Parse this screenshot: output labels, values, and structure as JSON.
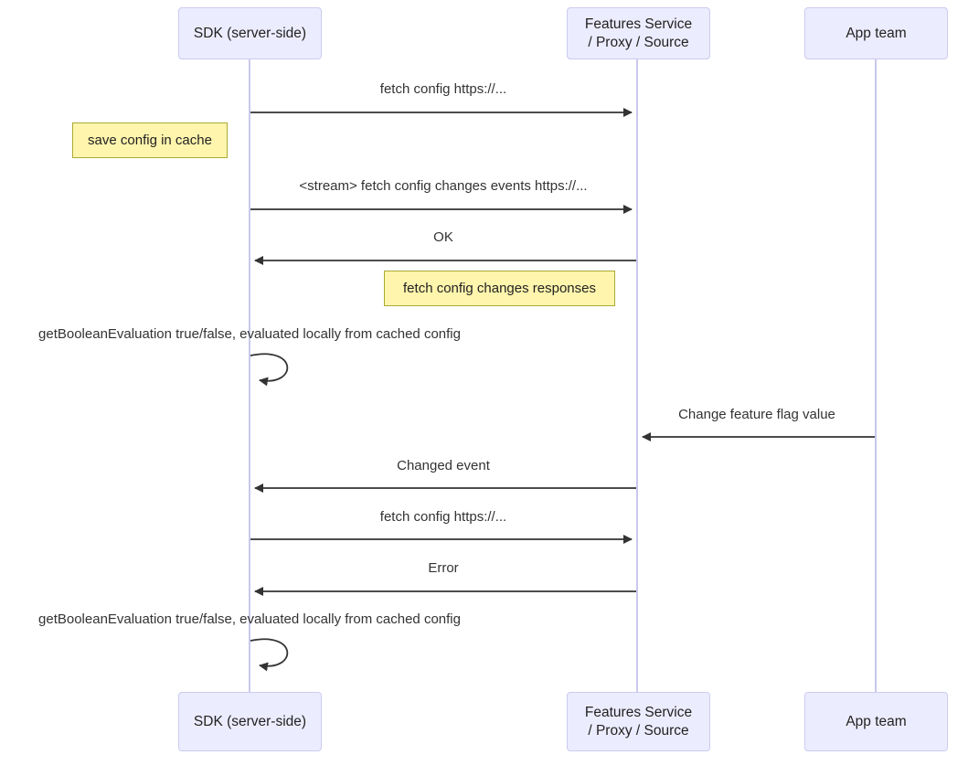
{
  "diagram_type": "sequence",
  "participants": [
    {
      "id": "sdk",
      "label": "SDK (server-side)"
    },
    {
      "id": "features",
      "label": "Features Service / Proxy / Source",
      "lines": [
        "Features Service",
        "/ Proxy / Source"
      ]
    },
    {
      "id": "app",
      "label": "App team"
    }
  ],
  "messages": [
    {
      "from": "sdk",
      "to": "features",
      "type": "solid-arrow",
      "text": "fetch config https://..."
    },
    {
      "from": "sdk",
      "to": "features",
      "type": "solid-arrow",
      "text": "<stream> fetch config changes events https://..."
    },
    {
      "from": "features",
      "to": "sdk",
      "type": "solid-arrow",
      "text": "OK"
    },
    {
      "from": "sdk",
      "to": "sdk",
      "type": "self-arrow",
      "text": "getBooleanEvaluation true/false, evaluated locally from cached config"
    },
    {
      "from": "app",
      "to": "features",
      "type": "solid-arrow",
      "text": "Change feature flag value"
    },
    {
      "from": "features",
      "to": "sdk",
      "type": "solid-arrow",
      "text": "Changed event"
    },
    {
      "from": "sdk",
      "to": "features",
      "type": "solid-arrow",
      "text": "fetch config https://..."
    },
    {
      "from": "features",
      "to": "sdk",
      "type": "solid-arrow",
      "text": "Error"
    },
    {
      "from": "sdk",
      "to": "sdk",
      "type": "self-arrow",
      "text": "getBooleanEvaluation true/false, evaluated locally from cached config"
    }
  ],
  "notes": [
    {
      "position": "left-of-sdk",
      "text": "save config in cache"
    },
    {
      "position": "left-of-features",
      "text": "fetch config changes responses"
    }
  ],
  "colors": {
    "actor_fill": "#ECECFF",
    "actor_border": "#CBCBEF",
    "note_fill": "#FFF5AD",
    "note_border": "#AAAA33",
    "lifeline": "#C9C9EC",
    "arrow": "#333333",
    "text": "#333333",
    "background": "#FFFFFF"
  }
}
